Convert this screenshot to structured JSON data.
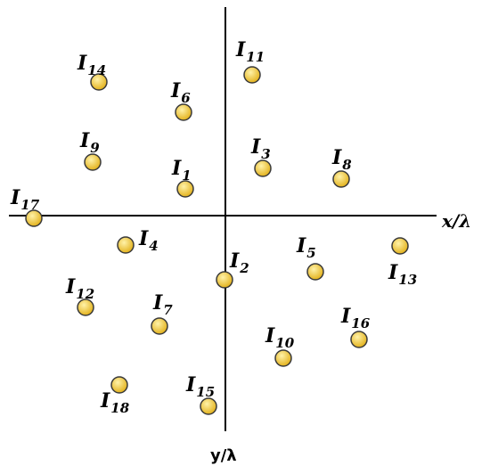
{
  "diagram": {
    "x_axis_label": "x/λ",
    "y_axis_label": "y/λ",
    "marker_prefix": "I",
    "colors": {
      "marker_fill_center": "#fff2a8",
      "marker_fill_edge": "#e3b21d",
      "marker_stroke": "#3a3a3a",
      "axis": "#000000"
    },
    "markers": [
      {
        "id": "1",
        "label": "I",
        "sub": "1"
      },
      {
        "id": "2",
        "label": "I",
        "sub": "2"
      },
      {
        "id": "3",
        "label": "I",
        "sub": "3"
      },
      {
        "id": "4",
        "label": "I",
        "sub": "4"
      },
      {
        "id": "5",
        "label": "I",
        "sub": "5"
      },
      {
        "id": "6",
        "label": "I",
        "sub": "6"
      },
      {
        "id": "7",
        "label": "I",
        "sub": "7"
      },
      {
        "id": "8",
        "label": "I",
        "sub": "8"
      },
      {
        "id": "9",
        "label": "I",
        "sub": "9"
      },
      {
        "id": "10",
        "label": "I",
        "sub": "10"
      },
      {
        "id": "11",
        "label": "I",
        "sub": "11"
      },
      {
        "id": "12",
        "label": "I",
        "sub": "12"
      },
      {
        "id": "13",
        "label": "I",
        "sub": "13"
      },
      {
        "id": "14",
        "label": "I",
        "sub": "14"
      },
      {
        "id": "15",
        "label": "I",
        "sub": "15"
      },
      {
        "id": "16",
        "label": "I",
        "sub": "16"
      },
      {
        "id": "17",
        "label": "I",
        "sub": "17"
      },
      {
        "id": "18",
        "label": "I",
        "sub": "18"
      }
    ]
  }
}
